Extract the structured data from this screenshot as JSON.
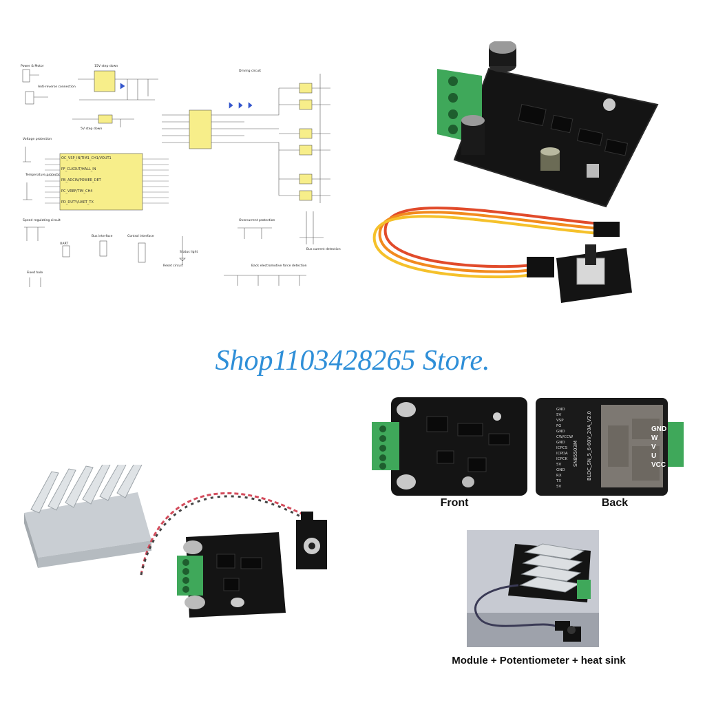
{
  "store": {
    "name": "Shop1103428265 Store."
  },
  "schematic": {
    "sections": [
      "Power & Motor",
      "15V step down",
      "Anti-reverse connection",
      "5V step down",
      "Driving circuit",
      "Voltage protection",
      "Temperature protection",
      "Speed regulating circuit",
      "Bus interface",
      "Control interface",
      "Status light",
      "Reset circuit",
      "Overcurrent protection",
      "Bus current detection",
      "Back electromotive force detection",
      "Fixed hole"
    ],
    "uart_label": "UART"
  },
  "photos": {
    "front_label": "Front",
    "back_label": "Back",
    "kit_caption": "Module + Potentiometer + heat sink",
    "back_board_text": {
      "model": "SN85503M",
      "version": "BLDC_SN_5_6-60V_20A_V2.0",
      "terminal_pins": [
        "GND",
        "W",
        "V",
        "U",
        "VCC"
      ],
      "side_pins": [
        "GND",
        "5V",
        "VSP",
        "FG",
        "GND",
        "CW/CCW",
        "GND",
        "ICPCS",
        "ICPDA",
        "ICPCK",
        "5V",
        "GND",
        "RX",
        "TX",
        "5V"
      ]
    }
  },
  "colors": {
    "store_text": "#2f8fd8",
    "pcb": "#141414",
    "terminal_green": "#3fa85a",
    "schematic_block": "#f7ee8a"
  }
}
